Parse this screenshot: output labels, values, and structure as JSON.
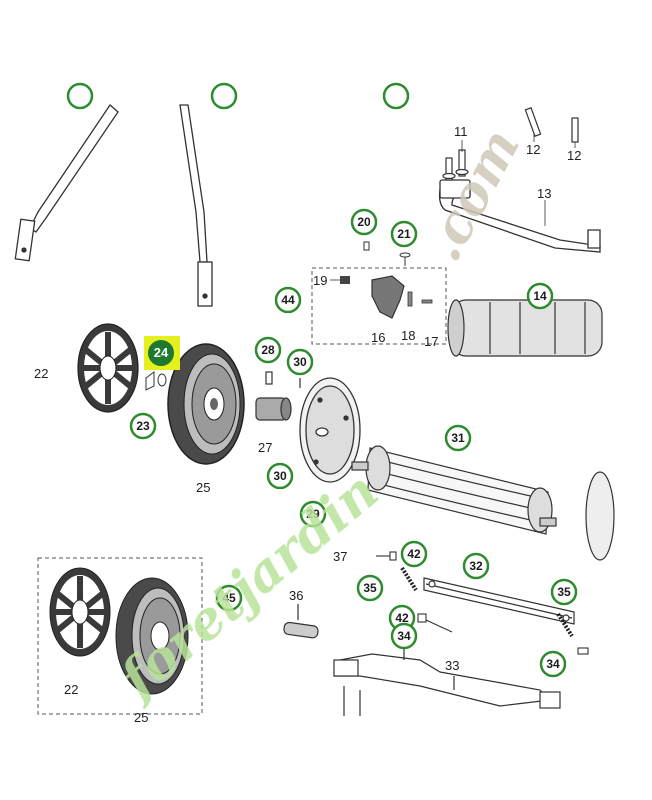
{
  "watermark": {
    "text_primary": "foretjardin",
    "text_secondary": ".com",
    "color_primary": "#b9e39a",
    "color_secondary": "#cfc8b7"
  },
  "colors": {
    "badge_stroke": "#2e8b2e",
    "badge_fill": "#ffffff",
    "highlight_bg": "#e6f01e",
    "highlight_badge": "#1f7a2f",
    "line": "#333333"
  },
  "circled_labels": [
    "20",
    "21",
    "44",
    "14",
    "24",
    "28",
    "30",
    "23",
    "31",
    "29",
    "42",
    "32",
    "35",
    "45",
    "34",
    "30"
  ],
  "plain_labels": [
    "11",
    "12",
    "12",
    "13",
    "19",
    "16",
    "18",
    "17",
    "22",
    "25",
    "27",
    "37",
    "36",
    "33",
    "22",
    "25"
  ],
  "highlighted_label": "24"
}
